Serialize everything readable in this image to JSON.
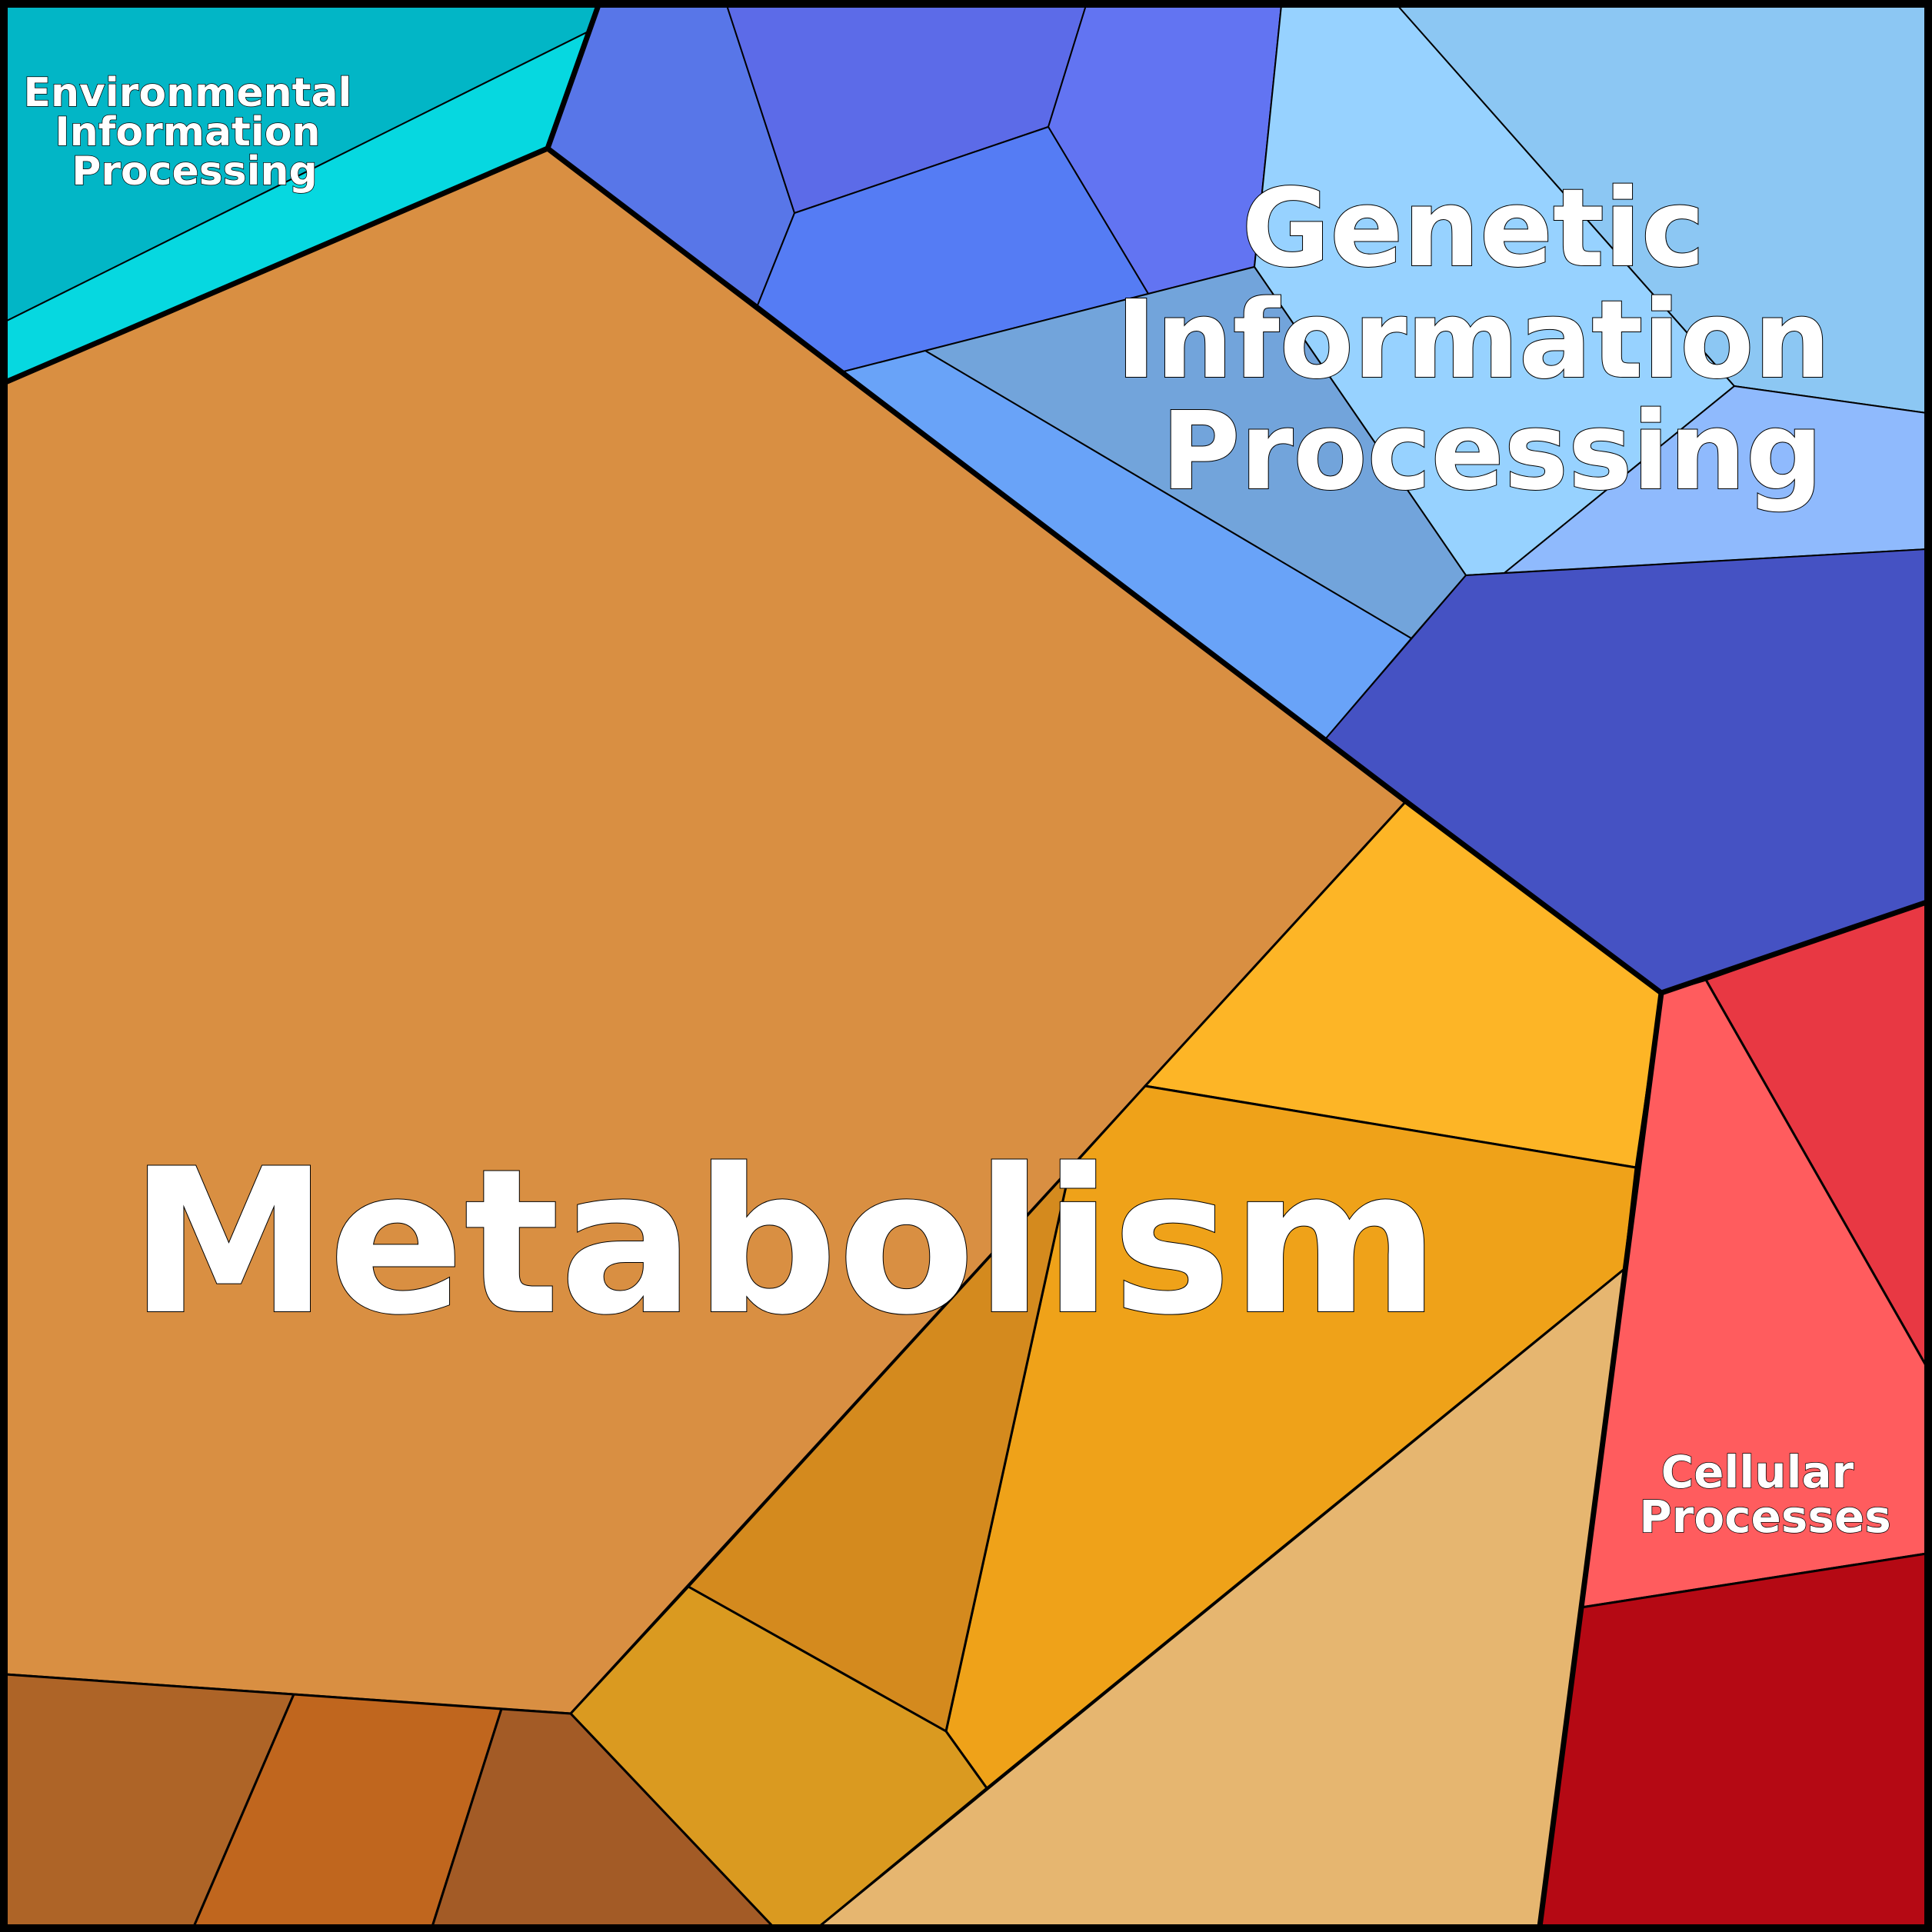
{
  "categories": [
    {
      "key": "metabolism",
      "label_lines": [
        "Metabolism"
      ]
    },
    {
      "key": "genetic",
      "label_lines": [
        "Genetic",
        "Information",
        "Processing"
      ]
    },
    {
      "key": "environmental",
      "label_lines": [
        "Environmental",
        "Information",
        "Processing"
      ]
    },
    {
      "key": "cellular",
      "label_lines": [
        "Cellular",
        "Processes"
      ]
    }
  ],
  "colors": {
    "metabolism": [
      "#D98F42",
      "#FDB526",
      "#EFA219",
      "#D48A1E",
      "#DA9A20",
      "#E6B670",
      "#AE6427",
      "#C0661E",
      "#A35B26"
    ],
    "genetic": [
      "#5876E8",
      "#5C6BE8",
      "#6274F2",
      "#557CF4",
      "#97D2FF",
      "#8CC7F3",
      "#8FBAFD",
      "#72A4DB",
      "#69A3F8",
      "#4552C3"
    ],
    "environmental": [
      "#02B6C6",
      "#06D8E0"
    ],
    "cellular": [
      "#E83843",
      "#FF5C5E",
      "#B50914"
    ],
    "border": "#000000"
  }
}
